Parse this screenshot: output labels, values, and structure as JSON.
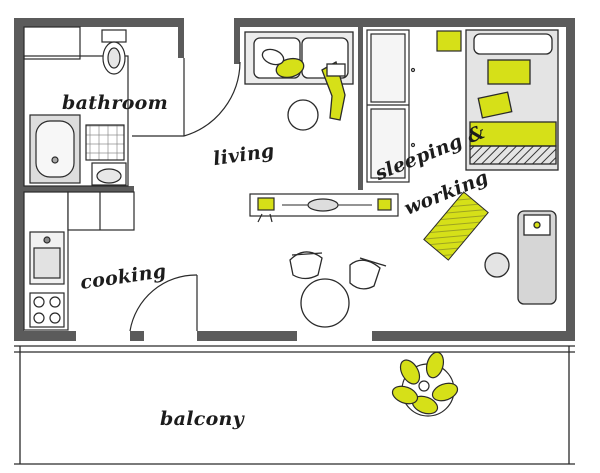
{
  "rooms": {
    "bathroom": "bathroom",
    "living": "living",
    "sleeping": "sleeping &",
    "working": "working",
    "cooking": "cooking",
    "balcony": "balcony"
  },
  "colors": {
    "wall": "#5b5b5b",
    "accent": "#d6e018",
    "line": "#2a2a2a",
    "furniture_fill": "#f4f4f4",
    "grey_fill": "#d4d4d4",
    "background": "#ffffff"
  }
}
